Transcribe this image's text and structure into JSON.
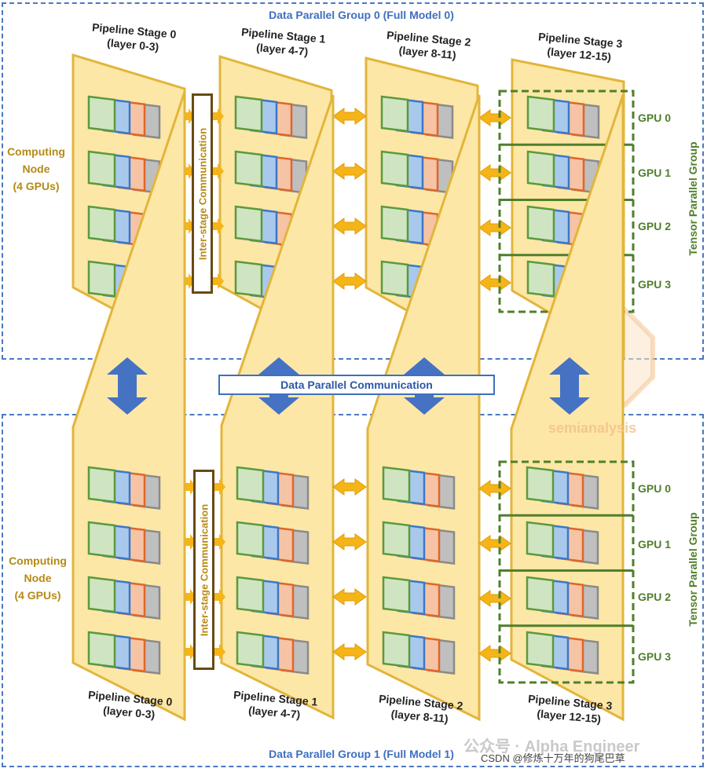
{
  "groups": [
    {
      "title": "Data Parallel Group 0 (Full Model 0)",
      "stages": [
        {
          "name": "Pipeline Stage 0",
          "layers": "(layer 0-3)"
        },
        {
          "name": "Pipeline Stage 1",
          "layers": "(layer 4-7)"
        },
        {
          "name": "Pipeline Stage 2",
          "layers": "(layer 8-11)"
        },
        {
          "name": "Pipeline Stage 3",
          "layers": "(layer 12-15)"
        }
      ],
      "node_label": [
        "Computing",
        "Node",
        "(4 GPUs)"
      ],
      "inter_stage": "Inter-stage Communication",
      "gpus": [
        "GPU 0",
        "GPU 1",
        "GPU 2",
        "GPU 3"
      ],
      "tensor_parallel": "Tensor Parallel Group"
    },
    {
      "title": "Data Parallel Group 1 (Full Model 1)",
      "stages": [
        {
          "name": "Pipeline Stage 0",
          "layers": "(layer 0-3)"
        },
        {
          "name": "Pipeline Stage 1",
          "layers": "(layer 4-7)"
        },
        {
          "name": "Pipeline Stage 2",
          "layers": "(layer 8-11)"
        },
        {
          "name": "Pipeline Stage 3",
          "layers": "(layer 12-15)"
        }
      ],
      "node_label": [
        "Computing",
        "Node",
        "(4 GPUs)"
      ],
      "inter_stage": "Inter-stage Communication",
      "gpus": [
        "GPU 0",
        "GPU 1",
        "GPU 2",
        "GPU 3"
      ],
      "tensor_parallel": "Tensor Parallel Group"
    }
  ],
  "data_parallel_comm": "Data Parallel Communication",
  "semianalysis_logo": "semianalysis",
  "watermark": "公众号 · Alpha Engineer",
  "footer": "CSDN @修炼十万年的狗尾巴草",
  "colors": {
    "panel_fill": "#fde7a6",
    "panel_stroke": "#e2b53b",
    "arrow_orange": "#f5b418",
    "arrow_blue": "#4672c4",
    "group_border": "#4a78c4",
    "gpu_green": "#4f7f2c",
    "layer_green_fill": "#cfe5c2",
    "layer_green_stroke": "#5b9a3c",
    "layer_blue_fill": "#a9c9ec",
    "layer_blue_stroke": "#3a78c9",
    "layer_orange_fill": "#f6c4a4",
    "layer_orange_stroke": "#e0662a",
    "layer_gray_fill": "#bfbfbf",
    "layer_gray_stroke": "#8a8a8a"
  }
}
